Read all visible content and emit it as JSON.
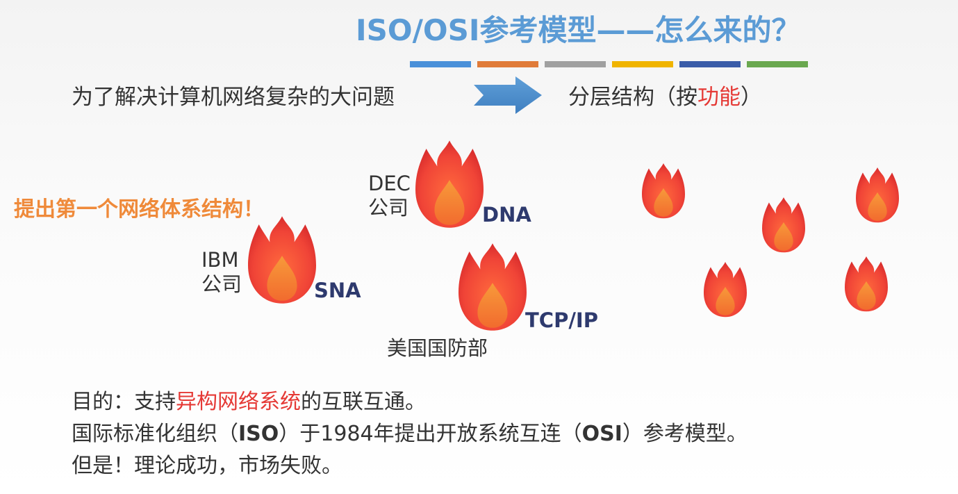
{
  "title": "ISO/OSI参考模型——怎么来的？",
  "color_bars": [
    "#4a90d9",
    "#e07b39",
    "#a0a0a0",
    "#f0b400",
    "#3a5ca8",
    "#6aa84f"
  ],
  "intro": {
    "problem": "为了解决计算机网络复杂的大问题",
    "solution_prefix": "分层结构（按",
    "solution_highlight": "功能",
    "solution_suffix": "）"
  },
  "first_architecture": "提出第一个网络体系结构！",
  "networks": [
    {
      "org_line1": "DEC",
      "org_line2": "公司",
      "protocol": "DNA"
    },
    {
      "org_line1": "IBM",
      "org_line2": "公司",
      "protocol": "SNA"
    },
    {
      "protocol": "TCP/IP",
      "org": "美国国防部"
    }
  ],
  "bottom": {
    "line1_prefix": "目的：支持",
    "line1_highlight": "异构网络系统",
    "line1_suffix": "的互联互通。",
    "line2_a": "国际标准化组织（",
    "line2_iso": "ISO",
    "line2_b": "）于1984年提出开放系统互连（",
    "line2_osi": "OSI",
    "line2_c": "）参考模型。",
    "line3": "但是！理论成功，市场失败。"
  }
}
